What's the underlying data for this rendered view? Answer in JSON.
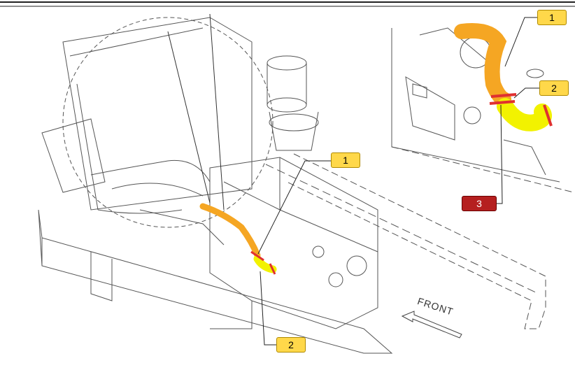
{
  "callouts": {
    "main_1": "1",
    "main_2": "2",
    "inset_1": "1",
    "inset_2": "2",
    "inset_3": "3"
  },
  "front_label": "FRONT",
  "colors": {
    "hose_orange": "#f5a623",
    "hose_yellow": "#f2f200",
    "clamp_red": "#e03030",
    "callout_yellow": "#ffd84a",
    "callout_red": "#b51f1f"
  }
}
